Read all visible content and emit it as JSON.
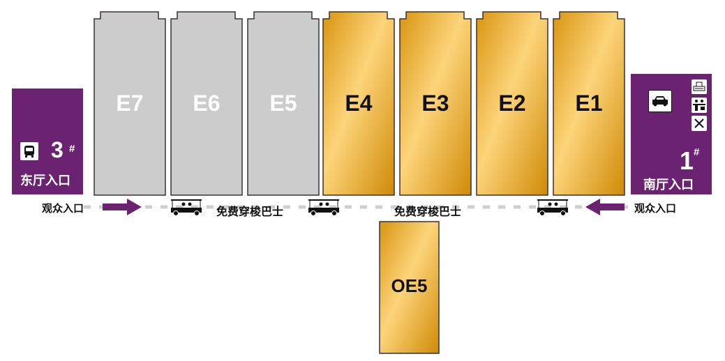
{
  "halls": [
    {
      "id": "E7",
      "label": "E7",
      "status": "inactive"
    },
    {
      "id": "E6",
      "label": "E6",
      "status": "inactive"
    },
    {
      "id": "E5",
      "label": "E5",
      "status": "inactive"
    },
    {
      "id": "E4",
      "label": "E4",
      "status": "active"
    },
    {
      "id": "E3",
      "label": "E3",
      "status": "active"
    },
    {
      "id": "E2",
      "label": "E2",
      "status": "active"
    },
    {
      "id": "E1",
      "label": "E1",
      "status": "active"
    },
    {
      "id": "OE5",
      "label": "OE5",
      "status": "active"
    }
  ],
  "east_entrance": {
    "number": "3",
    "suffix": "#",
    "label": "东厅入口",
    "icon": "bus-icon"
  },
  "south_entrance": {
    "number": "1",
    "suffix": "#",
    "label": "南厅入口",
    "icons": [
      "car-icon",
      "printer-icon",
      "service-desk-icon",
      "restaurant-icon"
    ]
  },
  "visitor_entrance_left": "观众入口",
  "visitor_entrance_right": "观众入口",
  "shuttle_labels": [
    "免费穿梭巴士",
    "免费穿梭巴士"
  ],
  "colors": {
    "purple": "#6b2270",
    "grey": "#cccccc",
    "gold_dark": "#d4900c",
    "gold_light": "#fdd47a"
  }
}
